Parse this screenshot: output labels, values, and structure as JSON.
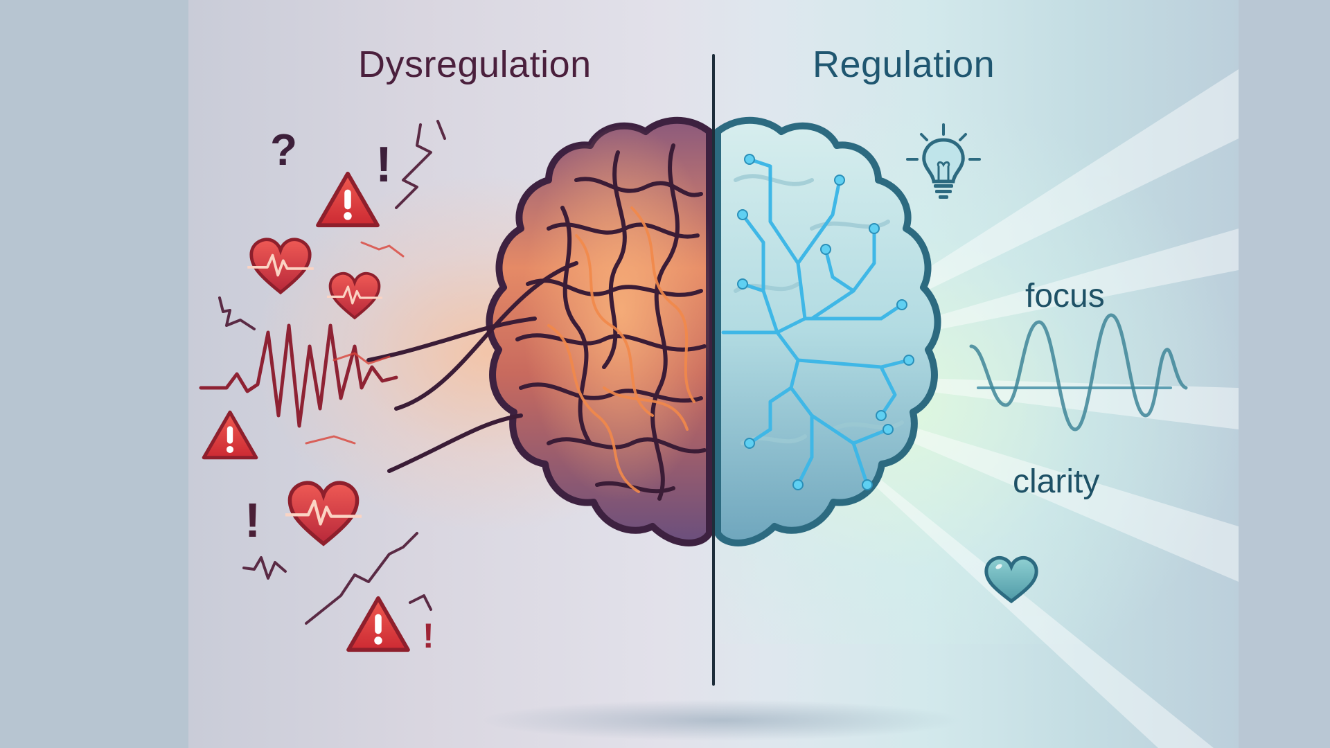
{
  "titles": {
    "left": "Dysregulation",
    "right": "Regulation"
  },
  "labels": {
    "focus": "focus",
    "clarity": "clarity"
  },
  "left_side": {
    "theme": "dysregulation",
    "brain_fill": [
      "#e8906a",
      "#8a4f6e",
      "#6b4a74"
    ],
    "brain_outline": "#3d2140",
    "icons": [
      "question-mark-icon",
      "warning-triangle-icon",
      "exclamation-icon",
      "heart-rate-icon",
      "heart-rate-icon",
      "heart-rate-icon",
      "erratic-heartbeat-icon",
      "warning-triangle-icon",
      "warning-triangle-icon",
      "exclamation-icon",
      "exclamation-icon",
      "lightning-zigzag-icon"
    ],
    "accent": "#d93a3a"
  },
  "right_side": {
    "theme": "regulation",
    "brain_fill": [
      "#d9eef0",
      "#a9d3dc",
      "#6fa8bd"
    ],
    "brain_outline": "#2c6a80",
    "icons": [
      "lightbulb-icon",
      "sine-wave-icon",
      "heart-icon"
    ],
    "circuit_color": "#3fb7e6",
    "accent": "#1f5670"
  },
  "colors": {
    "background_band": "#b8c6d2",
    "divider": "#1d2d3a"
  }
}
